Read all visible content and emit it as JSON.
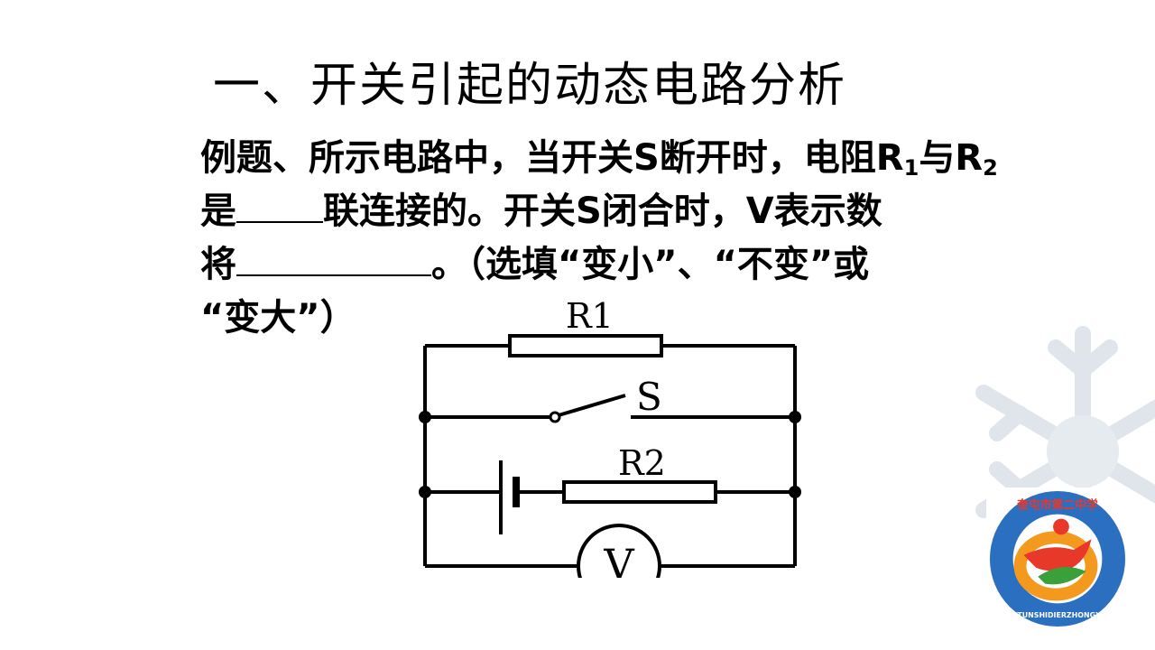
{
  "slide": {
    "title": "一、开关引起的动态电路分析",
    "question": {
      "line1_prefix": "例题、所示电路中，当开关S断开时，电阻R",
      "r1_sub": "1",
      "line1_middle": "与R",
      "r2_sub": "2",
      "line2_start": "是",
      "line2_end": "联连接的。开关S闭合时，V表示数",
      "line3_start": "将",
      "line3_end": "。（选填“变小”、“不变”或",
      "line4": "“变大”）"
    }
  },
  "circuit": {
    "r1_label": "R1",
    "switch_label": "S",
    "r2_label": "R2",
    "voltmeter_label": "V"
  },
  "logo": {
    "text_top": "奎屯市第二中学",
    "text_bottom": "KUITUNSHIDIERZHONGXUE",
    "colors": {
      "red": "#e8382a",
      "blue": "#2a6fc0",
      "orange": "#f39a1e",
      "green": "#3aa13a"
    }
  },
  "colors": {
    "background": "#ffffff",
    "snowflake": "#dde3ea",
    "text": "#000000"
  }
}
